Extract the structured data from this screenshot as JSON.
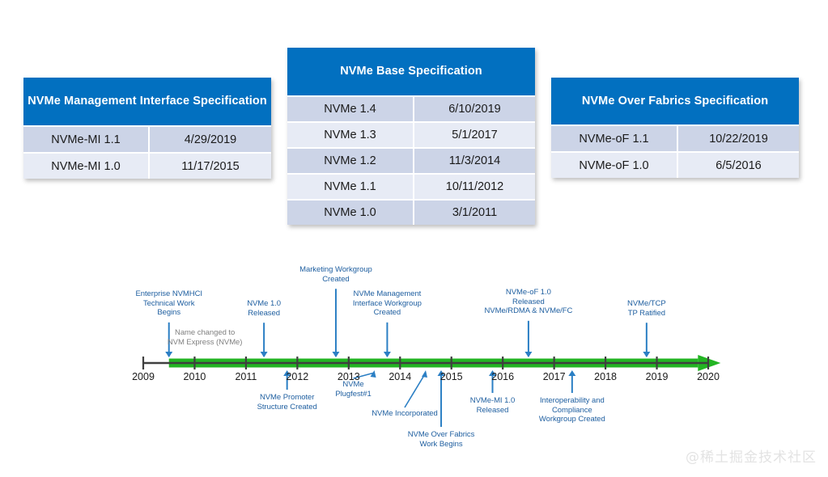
{
  "tables": [
    {
      "id": "table-mi",
      "name": "nvme-management-interface-specification",
      "title": "NVMe Management Interface\nSpecification",
      "rows": [
        {
          "version": "NVMe-MI 1.1",
          "date": "4/29/2019"
        },
        {
          "version": "NVMe-MI 1.0",
          "date": "11/17/2015"
        }
      ]
    },
    {
      "id": "table-base",
      "name": "nvme-base-specification",
      "title": "NVMe\nBase Specification",
      "rows": [
        {
          "version": "NVMe 1.4",
          "date": "6/10/2019"
        },
        {
          "version": "NVMe 1.3",
          "date": "5/1/2017"
        },
        {
          "version": "NVMe 1.2",
          "date": "11/3/2014"
        },
        {
          "version": "NVMe 1.1",
          "date": "10/11/2012"
        },
        {
          "version": "NVMe 1.0",
          "date": "3/1/2011"
        }
      ]
    },
    {
      "id": "table-of",
      "name": "nvme-over-fabrics-specification",
      "title": "NVMe Over Fabrics\nSpecification",
      "rows": [
        {
          "version": "NVMe-oF 1.1",
          "date": "10/22/2019"
        },
        {
          "version": "NVMe-oF 1.0",
          "date": "6/5/2016"
        }
      ]
    }
  ],
  "chart_data": {
    "type": "timeline",
    "title": "NVM Express specification history timeline",
    "xlabel": "",
    "ylabel": "",
    "axis_range": [
      2009,
      2020
    ],
    "tick_labels": [
      "2009",
      "2010",
      "2011",
      "2012",
      "2013",
      "2014",
      "2015",
      "2016",
      "2017",
      "2018",
      "2019",
      "2020"
    ],
    "bar_color": "#22b422",
    "axis_color": "#3f3f3f",
    "annotation_color": "#1f5fa0",
    "progress_bar_start": 2009.5,
    "progress_bar_end": 2019.8,
    "events": [
      {
        "label": "Enterprise NVMHCI\nTechnical Work\nBegins",
        "year": 2009.5,
        "side": "above",
        "connector": "arrow"
      },
      {
        "label": "Name changed to\nNVM Express (NVMe)",
        "year": 2010.2,
        "side": "above",
        "connector": "none",
        "color": "#808080"
      },
      {
        "label": "NVMe 1.0\nReleased",
        "year": 2011.35,
        "side": "above",
        "connector": "arrow"
      },
      {
        "label": "NVMe Promoter\nStructure Created",
        "year": 2011.8,
        "side": "below",
        "connector": "arrow"
      },
      {
        "label": "Marketing Workgroup\nCreated",
        "year": 2012.75,
        "side": "above",
        "connector": "arrow"
      },
      {
        "label": "NVMe\nPlugfest#1",
        "year": 2013.5,
        "side": "below",
        "connector": "diagonal"
      },
      {
        "label": "NVMe Management\nInterface Workgroup\nCreated",
        "year": 2013.75,
        "side": "above",
        "connector": "arrow"
      },
      {
        "label": "NVMe Incorporated",
        "year": 2014.5,
        "side": "below",
        "connector": "diagonal"
      },
      {
        "label": "NVMe Over Fabrics\nWork Begins",
        "year": 2014.8,
        "side": "below",
        "connector": "arrow"
      },
      {
        "label": "NVMe-MI 1.0\nReleased",
        "year": 2015.8,
        "side": "below",
        "connector": "arrow"
      },
      {
        "label": "NVMe-oF 1.0\nReleased\nNVMe/RDMA & NVMe/FC",
        "year": 2016.5,
        "side": "above",
        "connector": "arrow"
      },
      {
        "label": "Interoperability and\nCompliance\nWorkgroup Created",
        "year": 2017.35,
        "side": "below",
        "connector": "arrow"
      },
      {
        "label": "NVMe/TCP\nTP Ratified",
        "year": 2018.8,
        "side": "above",
        "connector": "arrow"
      }
    ]
  },
  "watermark": "@稀土掘金技术社区"
}
